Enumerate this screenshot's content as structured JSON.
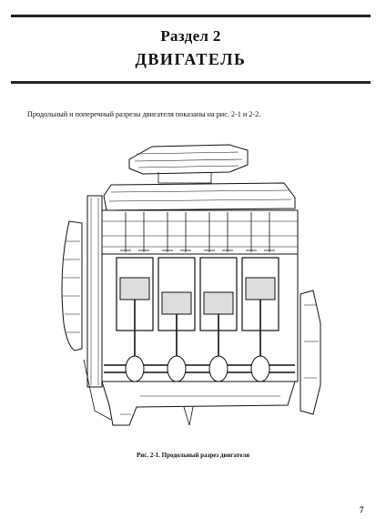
{
  "header": {
    "section_label": "Раздел 2",
    "section_title": "ДВИГАТЕЛЬ"
  },
  "intro_text": "Продольный и поперечный разрезы двигателя показаны на рис. 2-1 и 2-2.",
  "figure": {
    "caption": "Рис. 2-1. Продольный разрез двигателя",
    "cylinder_count": 4
  },
  "page_number": "7"
}
